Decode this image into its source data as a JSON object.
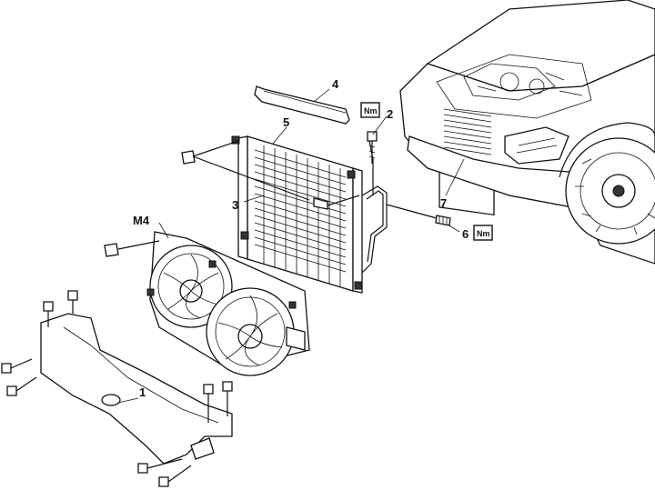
{
  "labels": {
    "l1": "1",
    "l2": "2",
    "l3": "3",
    "l4": "4",
    "l5": "5",
    "l6": "6",
    "l7": "7",
    "m4": "M4"
  },
  "torque_badge": "Nm",
  "icons": [
    "torque-wrench-badge"
  ]
}
